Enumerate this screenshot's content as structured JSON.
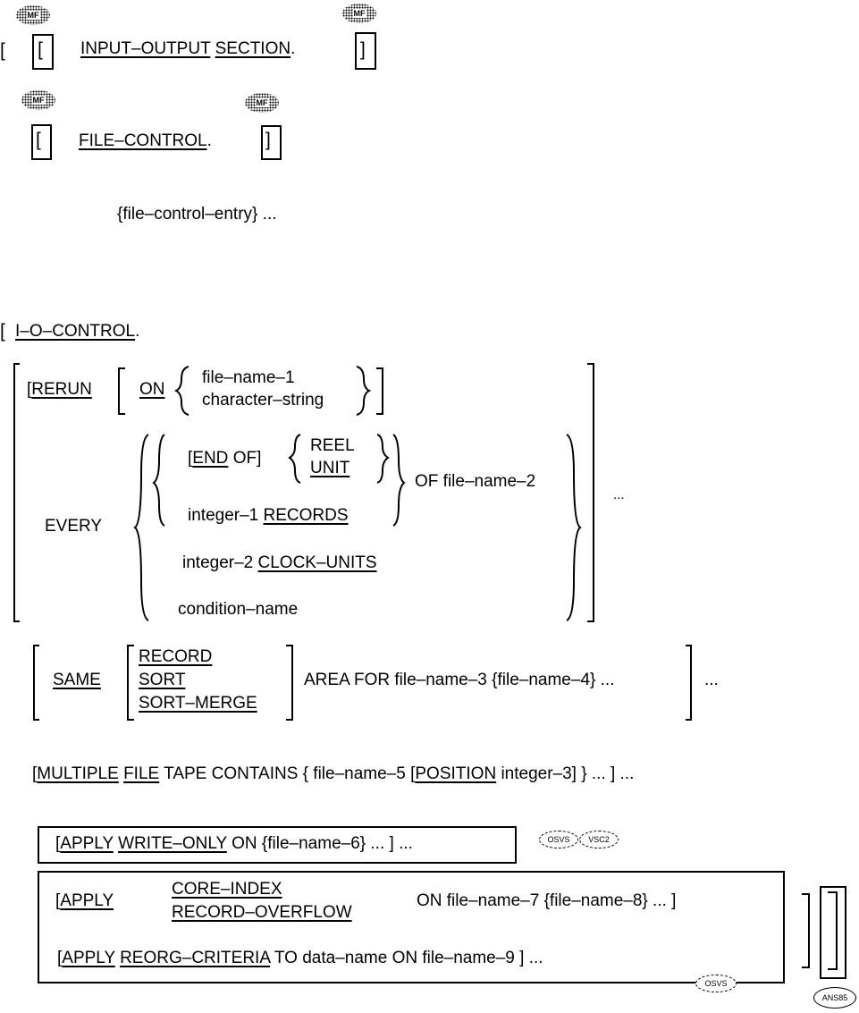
{
  "badges": {
    "mf": "MF",
    "osvs": "OSVS",
    "vsc2": "VSC2",
    "ans85": "ANS85"
  },
  "io": {
    "input_output": "INPUT–OUTPUT",
    "section": "SECTION",
    "period": "."
  },
  "fc": {
    "file_control": "FILE–CONTROL",
    "period": ".",
    "entry": "{file–control–entry} ..."
  },
  "ioc": {
    "io_control": "I–O–CONTROL",
    "period": "."
  },
  "rerun": {
    "open": "[",
    "rerun": "RERUN",
    "on": "ON",
    "file_name_1": "file–name–1",
    "char_string": "character–string",
    "every": "EVERY",
    "end_of_open": "[",
    "end": "END",
    "of_close": "OF]",
    "reel": "REEL",
    "unit": "UNIT",
    "of_file": "OF file–name–2",
    "integer_1": "integer–1",
    "records": "RECORDS",
    "integer_2": "integer–2",
    "clock_units": "CLOCK–UNITS",
    "condition_name": "condition–name",
    "ellipsis": "..."
  },
  "same": {
    "same": "SAME",
    "record": "RECORD",
    "sort": "SORT",
    "sort_merge": "SORT–MERGE",
    "area_for": "AREA FOR file–name–3 {file–name–4} ...",
    "ellipsis": "..."
  },
  "multiple": {
    "open": "[",
    "multiple": "MULTIPLE",
    "file": "FILE",
    "tape_contains": "TAPE CONTAINS { file–name–5 [",
    "position": "POSITION",
    "rest": "integer–3] } ... ] ..."
  },
  "apply_wo": {
    "open": "[",
    "apply": "APPLY",
    "write_only": "WRITE–ONLY",
    "rest": "ON {file–name–6} ... ] ..."
  },
  "apply_ci": {
    "open": "[",
    "apply": "APPLY",
    "core_index": "CORE–INDEX",
    "record_overflow": "RECORD–OVERFLOW",
    "rest": "ON file–name–7 {file–name–8} ... ]"
  },
  "apply_rc": {
    "open": "[",
    "apply": "APPLY",
    "reorg": "REORG–CRITERIA",
    "rest": "TO data–name ON file–name–9 ] ..."
  }
}
